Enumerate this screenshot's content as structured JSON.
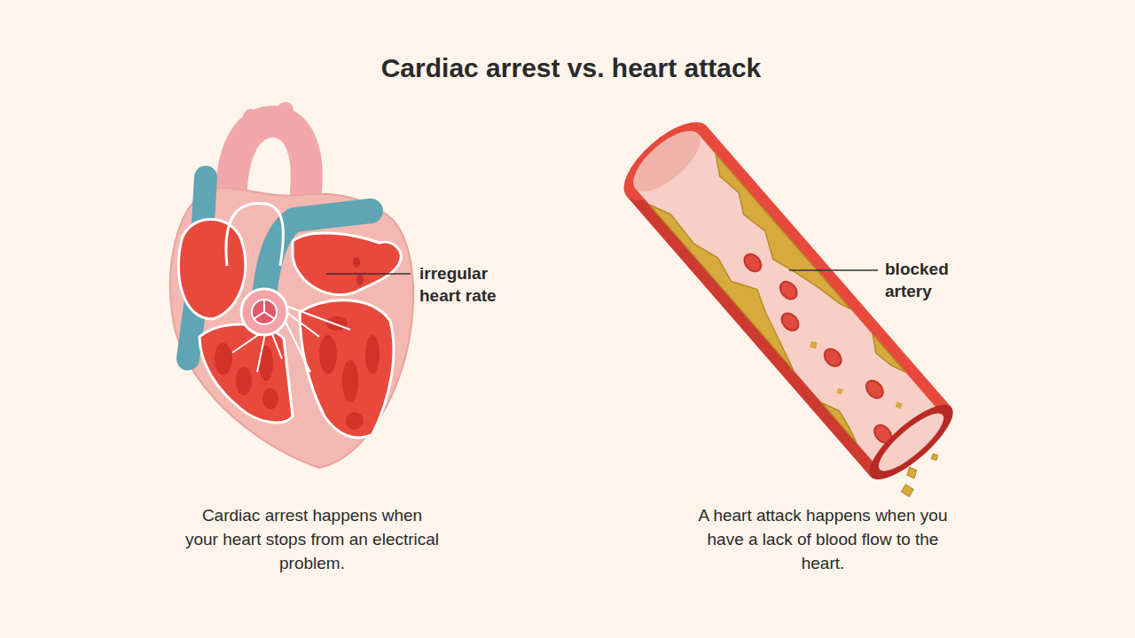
{
  "diagram": {
    "title": "Cardiac arrest vs. heart attack",
    "labels": [
      "irregular heart rate",
      "blocked artery",
      "Cardiac arrest happens when your heart stops from an electrical problem.",
      "A heart attack happens when you have a lack of blood flow to the heart."
    ]
  }
}
